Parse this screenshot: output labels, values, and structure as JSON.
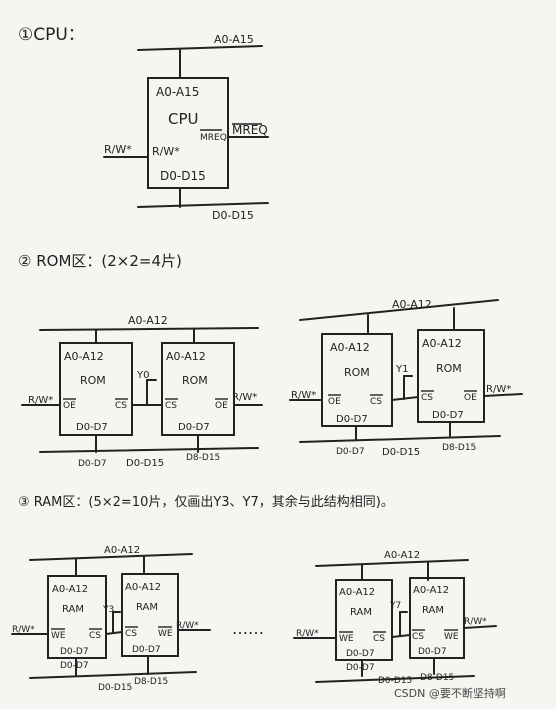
{
  "cpu": {
    "heading": "①CPU：",
    "addr_bus": "A0-A15",
    "addr_pins": "A0-A15",
    "chip": "CPU",
    "mreq_pin": "MREQ",
    "mreq_line": "MREQ",
    "rw_pin": "R/W*",
    "rw_line": "R/W*",
    "data_pins": "D0-D15",
    "data_bus": "D0-D15"
  },
  "rom": {
    "heading": "② ROM区：(2×2=4片)",
    "groups": [
      {
        "addr_bus": "A0-A12",
        "cs_line": "Y0",
        "data_bus": "D0-D15",
        "chips": [
          {
            "addr": "A0-A12",
            "name": "ROM",
            "oe": "OE",
            "cs": "CS",
            "data": "D0-D7",
            "rw": "R/W*",
            "data_out": "D0-D7"
          },
          {
            "addr": "A0-A12",
            "name": "ROM",
            "oe": "OE",
            "cs": "CS",
            "data": "D0-D7",
            "rw": "R/W*",
            "data_out": "D8-D15"
          }
        ]
      },
      {
        "addr_bus": "A0-A12",
        "cs_line": "Y1",
        "data_bus": "D0-D15",
        "chips": [
          {
            "addr": "A0-A12",
            "name": "ROM",
            "oe": "OE",
            "cs": "CS",
            "data": "D0-D7",
            "rw": "R/W*",
            "data_out": "D0-D7"
          },
          {
            "addr": "A0-A12",
            "name": "ROM",
            "oe": "OE",
            "cs": "CS",
            "data": "D0-D7",
            "rw": "R/W*",
            "data_out": "D8-D15"
          }
        ]
      }
    ]
  },
  "ram": {
    "heading": "③ RAM区：(5×2=10片，仅画出Y3、Y7，其余与此结构相同)。",
    "ellipsis": "……",
    "groups": [
      {
        "addr_bus": "A0-A12",
        "cs_line": "Y3",
        "data_bus": "D0-D15",
        "chips": [
          {
            "addr": "A0-A12",
            "name": "RAM",
            "we": "WE",
            "cs": "CS",
            "data": "D0-D7",
            "rw": "R/W*",
            "data_out": "D0-D7"
          },
          {
            "addr": "A0-A12",
            "name": "RAM",
            "we": "WE",
            "cs": "CS",
            "data": "D0-D7",
            "rw": "R/W*",
            "data_out": "D8-D15"
          }
        ]
      },
      {
        "addr_bus": "A0-A12",
        "cs_line": "Y7",
        "data_bus": "D0-D15",
        "chips": [
          {
            "addr": "A0-A12",
            "name": "RAM",
            "we": "WE",
            "cs": "CS",
            "data": "D0-D7",
            "rw": "R/W*",
            "data_out": "D0-D7"
          },
          {
            "addr": "A0-A12",
            "name": "RAM",
            "we": "WE",
            "cs": "CS",
            "data": "D0-D7",
            "rw": "R/W*",
            "data_out": "D8-D15"
          }
        ]
      }
    ]
  },
  "watermark": "CSDN @要不断坚持啊"
}
